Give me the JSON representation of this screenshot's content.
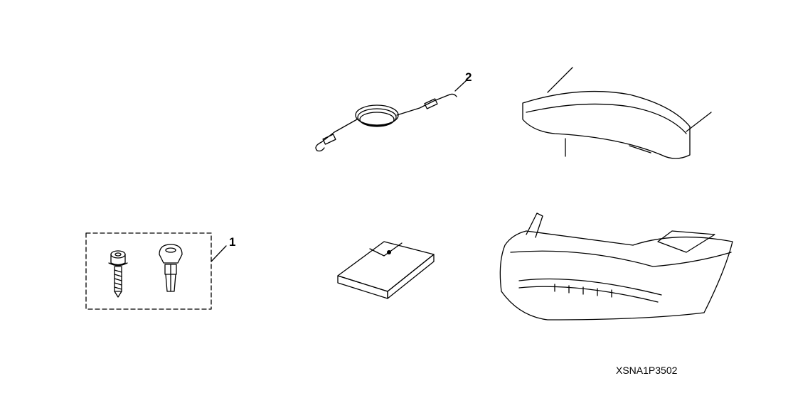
{
  "callouts": [
    {
      "number": "1",
      "part": "clip-kit"
    },
    {
      "number": "2",
      "part": "cable"
    }
  ],
  "diagram_code": "XSNA1P3502"
}
